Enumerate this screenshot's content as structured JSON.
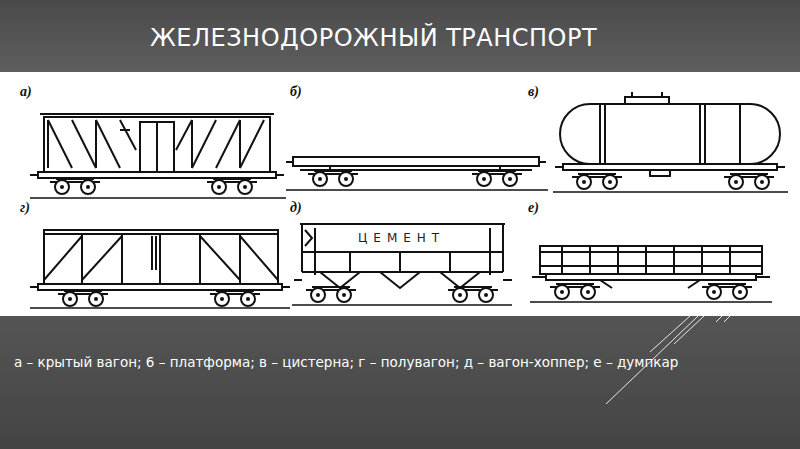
{
  "diagram": {
    "title": "ЖЕЛЕЗНОДОРОЖНЫЙ ТРАНСПОРТ",
    "caption": "а – крытый вагон; 6 – платформа; в – цистерна; г – полувагон; д – вагон-хоппер; е – думпкар",
    "labels": [
      "а)",
      "б)",
      "в)",
      "г)",
      "д)",
      "е)",
      "ЦЕМЕНТ"
    ]
  }
}
